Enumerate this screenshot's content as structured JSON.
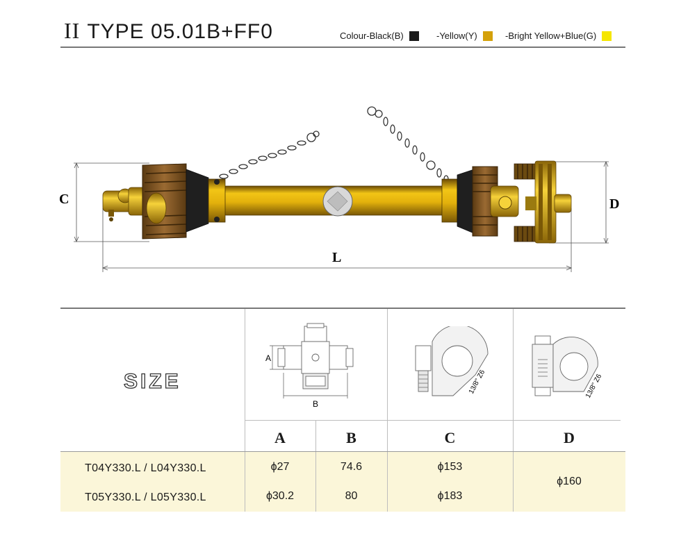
{
  "header": {
    "roman": "II",
    "title": "TYPE 05.01B+FF0",
    "legend": [
      {
        "label": "Colour-Black(B)",
        "color": "#1a1a1a"
      },
      {
        "label": "-Yellow(Y)",
        "color": "#d4a10a"
      },
      {
        "label": "-Bright Yellow+Blue(G)",
        "color": "#f5e600"
      }
    ]
  },
  "drawing": {
    "dim_c": "C",
    "dim_d": "D",
    "dim_l": "L"
  },
  "table": {
    "size_label": "SIZE",
    "diagram_labels": {
      "a": "A",
      "b": "B",
      "c_spec": "13/8\" Z6",
      "d_spec": "13/8\" Z6"
    },
    "columns": [
      "A",
      "B",
      "C",
      "D"
    ],
    "rows": [
      {
        "model": "T04Y330.L / L04Y330.L",
        "a": "ϕ27",
        "b": "74.6",
        "c": "ϕ153"
      },
      {
        "model": "T05Y330.L / L05Y330.L",
        "a": "ϕ30.2",
        "b": "80",
        "c": "ϕ183"
      }
    ],
    "d_value": "ϕ160"
  }
}
